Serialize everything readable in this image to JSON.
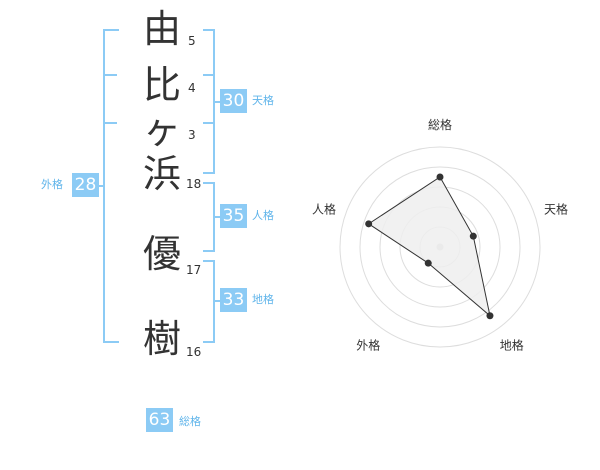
{
  "name_chars": [
    {
      "char": "由",
      "strokes": "5"
    },
    {
      "char": "比",
      "strokes": "4"
    },
    {
      "char": "ヶ",
      "strokes": "3"
    },
    {
      "char": "浜",
      "strokes": "18"
    },
    {
      "char": "優",
      "strokes": "17"
    },
    {
      "char": "樹",
      "strokes": "16"
    }
  ],
  "kaku": {
    "tenkaku": {
      "value": "30",
      "label": "天格"
    },
    "jinkaku": {
      "value": "35",
      "label": "人格"
    },
    "chikaku": {
      "value": "33",
      "label": "地格"
    },
    "gaikaku": {
      "value": "28",
      "label": "外格"
    },
    "soukaku": {
      "value": "63",
      "label": "総格"
    }
  },
  "radar": {
    "axes": [
      "総格",
      "天格",
      "地格",
      "外格",
      "人格"
    ],
    "levels": [
      0.7,
      0.35,
      0.85,
      0.2,
      0.75
    ],
    "colors": {
      "fill": "#eeeeee",
      "line": "#333333",
      "grid": "#dddddd"
    }
  }
}
